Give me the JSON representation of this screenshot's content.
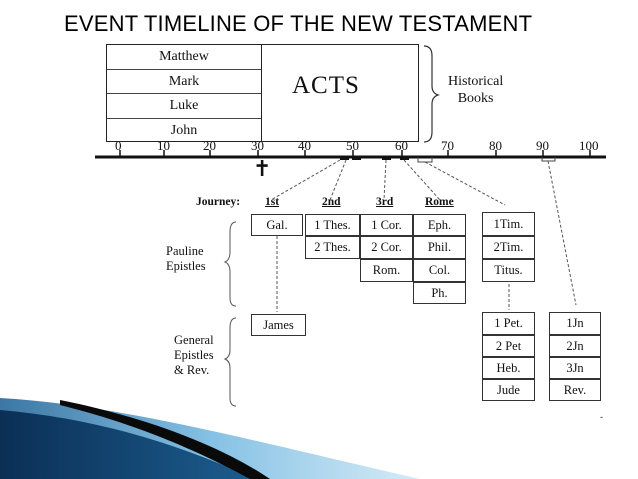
{
  "title": "EVENT TIMELINE OF THE NEW TESTAMENT",
  "gospels": [
    "Matthew",
    "Mark",
    "Luke",
    "John"
  ],
  "acts": "ACTS",
  "historical_books": [
    "Historical",
    "Books"
  ],
  "ticks": [
    "0",
    "10",
    "20",
    "30",
    "40",
    "50",
    "60",
    "70",
    "80",
    "90",
    "100"
  ],
  "cross": "✝",
  "journey": {
    "label": "Journey:",
    "first": "1st",
    "second": "2nd",
    "third": "3rd",
    "rome": "Rome"
  },
  "pauline_label": [
    "Pauline",
    "Epistles"
  ],
  "general_label": [
    "General",
    "Epistles",
    "& Rev."
  ],
  "epistles": {
    "first": [
      "Gal."
    ],
    "second": [
      "1 Thes.",
      "2 Thes."
    ],
    "third": [
      "1 Cor.",
      "2 Cor.",
      "Rom."
    ],
    "rome": [
      "Eph.",
      "Phil.",
      "Col.",
      "Ph."
    ],
    "pastoral": [
      "1Tim.",
      "2Tim.",
      "Titus."
    ],
    "james": "James",
    "late": [
      "1 Pet.",
      "2 Pet",
      "Heb.",
      "Jude"
    ],
    "johannine": [
      "1Jn",
      "2Jn",
      "3Jn",
      "Rev."
    ]
  },
  "page_mark": "-",
  "colors": {
    "accent_blue": "#2a7bb3",
    "dark": "#111111"
  }
}
